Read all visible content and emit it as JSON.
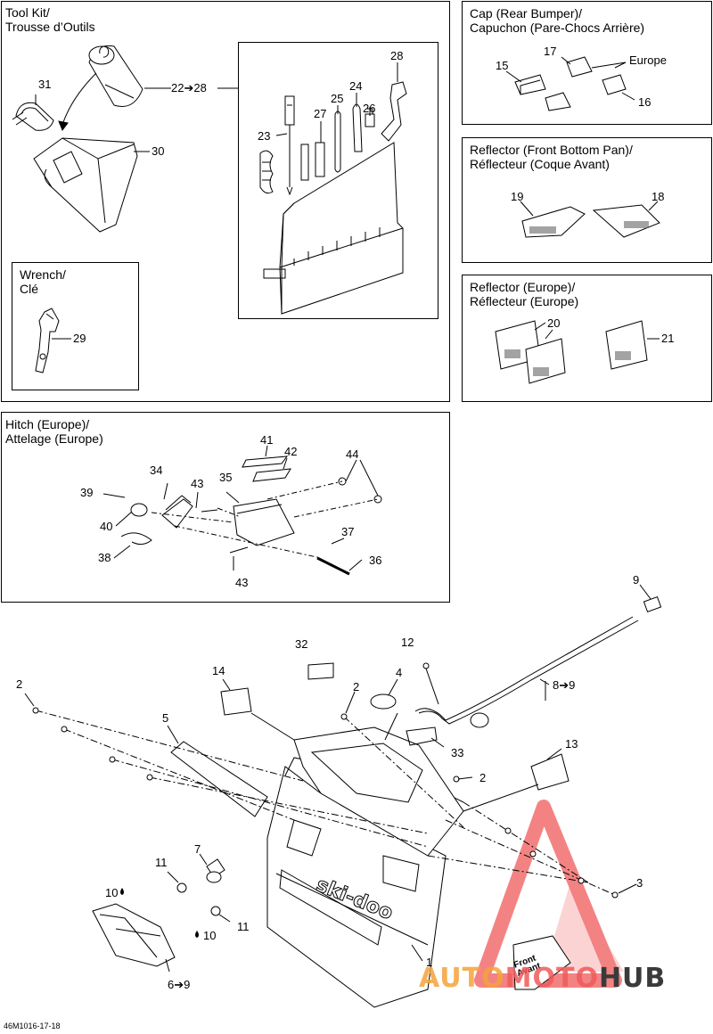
{
  "panels": {
    "tool_kit": {
      "title_1": "Tool Kit/",
      "title_2": "Trousse d’Outils"
    },
    "wrench": {
      "title_1": "Wrench/",
      "title_2": "Clé"
    },
    "cap": {
      "title_1": "Cap (Rear Bumper)/",
      "title_2": "Capuchon (Pare-Chocs Arrière)",
      "europe": "Europe"
    },
    "reflector_front": {
      "title_1": "Reflector (Front Bottom Pan)/",
      "title_2": "Réflecteur (Coque Avant)"
    },
    "reflector_europe": {
      "title_1": "Reflector (Europe)/",
      "title_2": "Réflecteur (Europe)"
    },
    "hitch": {
      "title_1": "Hitch (Europe)/",
      "title_2": "Attelage (Europe)"
    }
  },
  "callouts": {
    "c31": "31",
    "c22_28": "22➔28",
    "c30": "30",
    "c28": "28",
    "c24": "24",
    "c25": "25",
    "c27": "27",
    "c26": "26",
    "c23": "23",
    "c29": "29",
    "c17": "17",
    "c15": "15",
    "c16": "16",
    "c19": "19",
    "c18": "18",
    "c20": "20",
    "c21": "21",
    "c41": "41",
    "c42": "42",
    "c44": "44",
    "c34": "34",
    "c43a": "43",
    "c35": "35",
    "c39": "39",
    "c40": "40",
    "c37": "37",
    "c38": "38",
    "c36": "36",
    "c43b": "43",
    "c9": "9",
    "c12": "12",
    "c32": "32",
    "c4": "4",
    "c14": "14",
    "c2a": "2",
    "c2b": "2",
    "c8_9": "8➔9",
    "c5": "5",
    "c33": "33",
    "c2c": "2",
    "c13": "13",
    "c7": "7",
    "c11a": "11",
    "c3": "3",
    "c10a": "10",
    "c10b": "10",
    "c11b": "11",
    "c1": "1",
    "c6_9": "6➔9"
  },
  "main": {
    "logo": "ski-doo",
    "front_1": "Front",
    "front_2": "Avant"
  },
  "watermark": {
    "part_1": "AUTO",
    "part_2": "MOTO",
    "part_3": "HUB",
    "color_1": "#f5a33a",
    "color_2": "#f05a5a",
    "color_3": "#3a3a3a"
  },
  "footer": {
    "code": "46M1016-17-18"
  }
}
